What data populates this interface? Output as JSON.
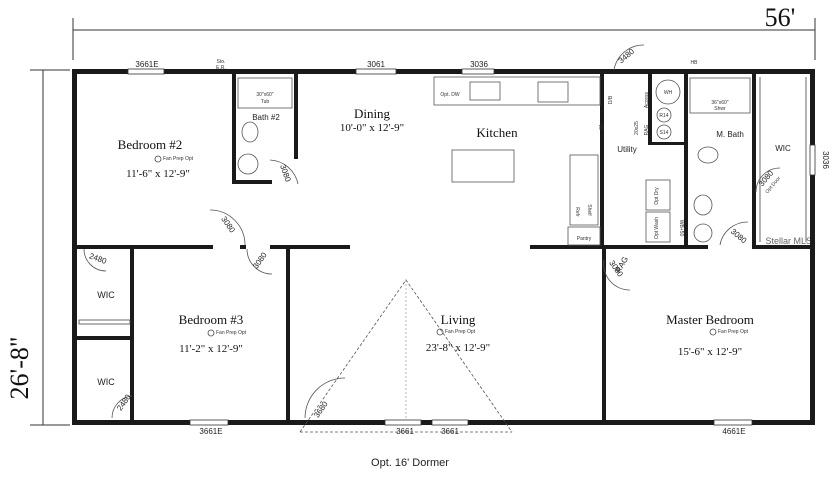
{
  "overall": {
    "width": "56'",
    "depth": "26'-8\""
  },
  "rooms": {
    "bedroom2": {
      "name": "Bedroom #2",
      "fan": "Fan Prep Opt",
      "size": "11'-6\" x 12'-9\""
    },
    "bedroom3": {
      "name": "Bedroom #3",
      "fan": "Fan Prep Opt",
      "size": "11'-2\" x 12'-9\""
    },
    "dining": {
      "name": "Dining",
      "size": "10'-0\" x 12'-9\""
    },
    "kitchen": {
      "name": "Kitchen"
    },
    "living": {
      "name": "Living",
      "fan": "Fan Prep Opt",
      "size": "23'-8\" x 12'-9\""
    },
    "master": {
      "name": "Master Bedroom",
      "fan": "Fan Prep Opt",
      "size": "15'-6\" x 12'-9\""
    },
    "bath2": {
      "name": "Bath #2"
    },
    "mbath": {
      "name": "M. Bath"
    },
    "utility": {
      "name": "Utility"
    },
    "wic1": {
      "name": "WIC"
    },
    "wic2": {
      "name": "WIC"
    },
    "wic3": {
      "name": "WIC"
    },
    "pantry": {
      "name": "Pantry"
    }
  },
  "windows": {
    "top_left": "3661E",
    "top_dining": "3061",
    "top_kitchen": "3036",
    "bottom_left": "3661E",
    "bottom_mid1": "3661",
    "bottom_mid2": "3661",
    "bottom_right": "4661E",
    "right_side": "3036"
  },
  "doors": {
    "bath2": "3080",
    "bedroom2": "3080",
    "bedroom3": "3080",
    "wic_upper": "2480",
    "wic_lower": "2480",
    "front": "3680",
    "rear": "3480",
    "utility": "3080",
    "mbath_opt": "3080",
    "mbath_opt_note": "Opt Door",
    "rag_door": "3080",
    "rag": "RAG"
  },
  "fixtures": {
    "tub": "30\"x60\"",
    "tub_label": "Tub",
    "shower": "36\"x60\"",
    "shower_label": "Shwr",
    "opt_dw": "Opt. DW",
    "shelf": "Shelf",
    "refr": "Refr",
    "access": "Access",
    "rag": "RAG",
    "size_20x25": "20x25",
    "r14": "R14",
    "s14": "S14",
    "wh": "WH",
    "hb": "HB",
    "opt_dry": "Opt Dry",
    "opt_wash": "Opt Wash",
    "wb": "WB+50",
    "db": "D/B",
    "n31": "31",
    "sto": "Sto.",
    "er": "E.R."
  },
  "dormer": "Opt. 16' Dormer",
  "watermark": "Stellar MLS"
}
